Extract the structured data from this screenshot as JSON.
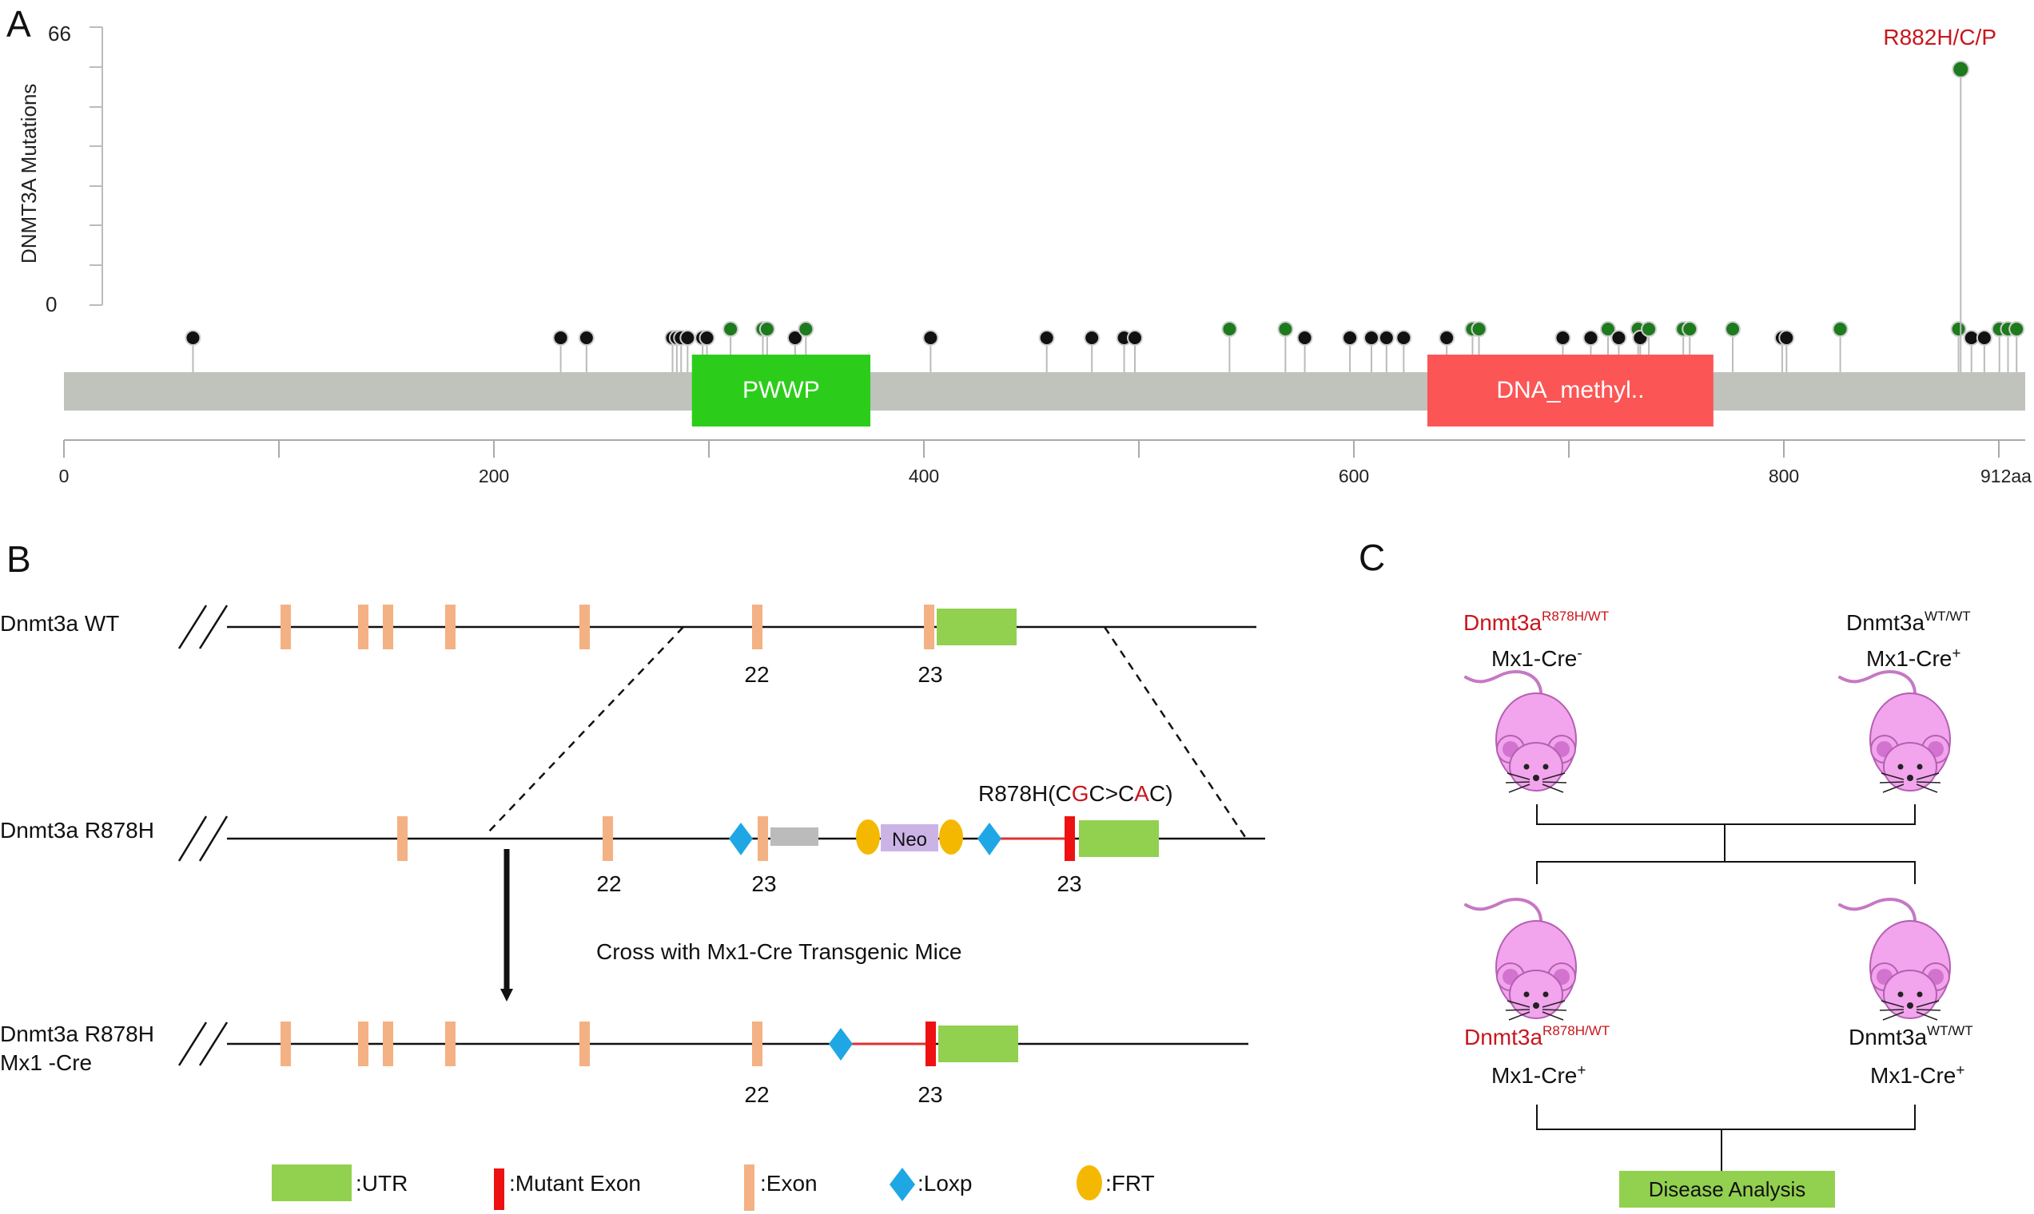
{
  "panel_a": {
    "letter": "A",
    "ylabel": "DNMT3A Mutations",
    "y_ticks": [
      "66",
      "0"
    ],
    "x_ticks": [
      "0",
      "200",
      "400",
      "600",
      "800",
      "912aa"
    ],
    "hotspot_label": "R882H/C/P",
    "domains": [
      {
        "name": "PWWP",
        "color": "#2ccd1a",
        "start": 292,
        "end": 375
      },
      {
        "name": "DNA_methyl..",
        "color": "#fc5555",
        "start": 634,
        "end": 767
      }
    ]
  },
  "panel_b": {
    "letter": "B",
    "wt_label": "Dnmt3a WT",
    "r878h_label": "Dnmt3a R878H",
    "cre_label_1": "Dnmt3a R878H",
    "cre_label_2": "Mx1 -Cre",
    "exon_22": "22",
    "exon_23": "23",
    "neo": "Neo",
    "mutation_prefix": "R878H(C",
    "mutation_g": "G",
    "mutation_mid": "C>C",
    "mutation_a": "A",
    "mutation_suffix": "C)",
    "cross_text": "Cross with Mx1-Cre Transgenic Mice",
    "legend": {
      "utr": ":UTR",
      "mutant_exon": ":Mutant Exon",
      "exon": ":Exon",
      "loxp": ":Loxp",
      "frt": ":FRT"
    }
  },
  "panel_c": {
    "letter": "C",
    "gene": "Dnmt3a",
    "sup_mut": "R878H/WT",
    "sup_wt": "WT/WT",
    "cre_base": "Mx1-Cre",
    "minus": "-",
    "plus": "+",
    "disease": "Disease Analysis"
  },
  "colors": {
    "utr": "#92d050",
    "exon": "#f4b183",
    "mutant_exon": "#ee1111",
    "loxp": "#1ea7e4",
    "frt": "#f5b800",
    "neo": "#cbb3e6",
    "mouse": "#f2a4ec",
    "hotspot": "#c8161d",
    "protein_bar": "#c0c2bc",
    "dot_black": "#111111",
    "dot_green": "#1d7a1d"
  },
  "chart_data": {
    "type": "scatter",
    "xlabel": "",
    "ylabel": "DNMT3A Mutations",
    "xlim": [
      0,
      912
    ],
    "ylim": [
      0,
      66
    ],
    "hotspot": {
      "position": 882,
      "label": "R882H/C/P",
      "count": 56
    },
    "lollipops": [
      {
        "pos": 60,
        "c": "k"
      },
      {
        "pos": 231,
        "c": "k"
      },
      {
        "pos": 243,
        "c": "k"
      },
      {
        "pos": 283,
        "c": "k"
      },
      {
        "pos": 285,
        "c": "k"
      },
      {
        "pos": 287,
        "c": "k"
      },
      {
        "pos": 290,
        "c": "k"
      },
      {
        "pos": 297,
        "c": "k"
      },
      {
        "pos": 299,
        "c": "k"
      },
      {
        "pos": 310,
        "c": "g"
      },
      {
        "pos": 325,
        "c": "g"
      },
      {
        "pos": 327,
        "c": "g"
      },
      {
        "pos": 340,
        "c": "k"
      },
      {
        "pos": 345,
        "c": "g"
      },
      {
        "pos": 403,
        "c": "k"
      },
      {
        "pos": 457,
        "c": "k"
      },
      {
        "pos": 478,
        "c": "k"
      },
      {
        "pos": 493,
        "c": "k"
      },
      {
        "pos": 498,
        "c": "k"
      },
      {
        "pos": 542,
        "c": "g"
      },
      {
        "pos": 568,
        "c": "g"
      },
      {
        "pos": 577,
        "c": "k"
      },
      {
        "pos": 598,
        "c": "k"
      },
      {
        "pos": 608,
        "c": "k"
      },
      {
        "pos": 615,
        "c": "k"
      },
      {
        "pos": 623,
        "c": "k"
      },
      {
        "pos": 643,
        "c": "k"
      },
      {
        "pos": 655,
        "c": "g"
      },
      {
        "pos": 658,
        "c": "g"
      },
      {
        "pos": 697,
        "c": "k"
      },
      {
        "pos": 710,
        "c": "k"
      },
      {
        "pos": 718,
        "c": "g"
      },
      {
        "pos": 723,
        "c": "k"
      },
      {
        "pos": 732,
        "c": "g"
      },
      {
        "pos": 733,
        "c": "k"
      },
      {
        "pos": 737,
        "c": "g"
      },
      {
        "pos": 753,
        "c": "g"
      },
      {
        "pos": 756,
        "c": "g"
      },
      {
        "pos": 776,
        "c": "g"
      },
      {
        "pos": 799,
        "c": "k"
      },
      {
        "pos": 801,
        "c": "k"
      },
      {
        "pos": 826,
        "c": "g"
      },
      {
        "pos": 881,
        "c": "g"
      },
      {
        "pos": 887,
        "c": "k"
      },
      {
        "pos": 893,
        "c": "k"
      },
      {
        "pos": 900,
        "c": "g"
      },
      {
        "pos": 904,
        "c": "g"
      },
      {
        "pos": 908,
        "c": "g"
      }
    ]
  }
}
